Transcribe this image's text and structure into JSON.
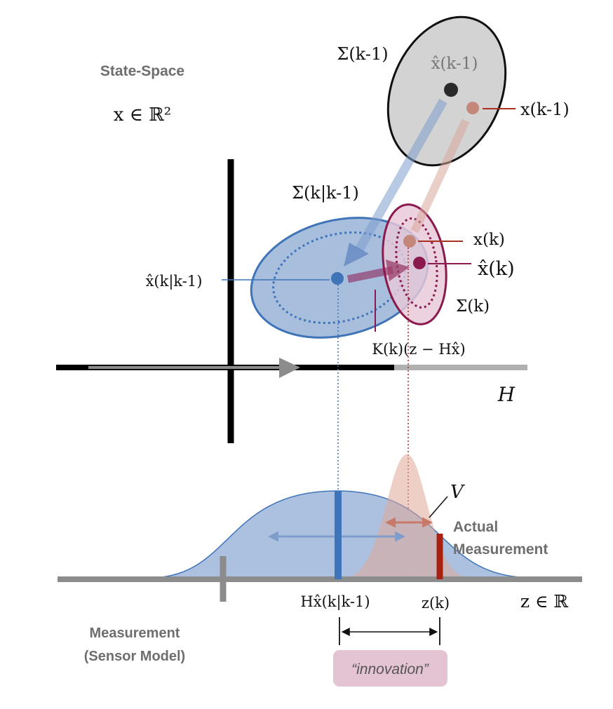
{
  "state_space": {
    "title": "State-Space",
    "domain": "x ∈ ℝ²"
  },
  "prior": {
    "cov_label": "Σ(k-1)",
    "estimate_label": "x̂(k-1)",
    "true_label": "x(k-1)"
  },
  "predicted": {
    "cov_label": "Σ(k|k-1)",
    "estimate_label": "x̂(k|k-1)"
  },
  "updated": {
    "true_label": "x(k)",
    "estimate_label": "x̂(k)",
    "cov_label": "Σ(k)",
    "gain_label": "K(k)(z − Hx̂)"
  },
  "projection": {
    "label": "H"
  },
  "measurement": {
    "title_line1": "Measurement",
    "title_line2": "(Sensor Model)",
    "noise_label": "V",
    "actual_line1": "Actual",
    "actual_line2": "Measurement",
    "predicted_label": "Hx̂(k|k-1)",
    "actual_value_label": "z(k)",
    "domain": "z ∈ ℝ",
    "innovation_label": "“innovation”"
  },
  "colors": {
    "blue": "#3f74b8",
    "blue_fill": "#a8bedd",
    "maroon": "#8a1a4e",
    "pink_fill": "#e8c8d8",
    "salmon": "#c77a6a",
    "gray": "#8c8c8c",
    "dark_red": "#a82010"
  }
}
